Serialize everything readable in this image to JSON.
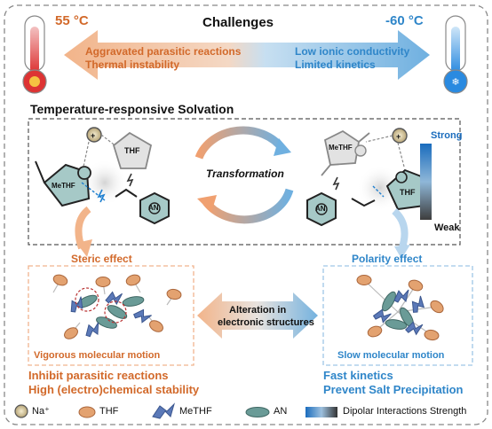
{
  "header": {
    "hot_temp": "55 °C",
    "cold_temp": "-60 °C",
    "title": "Challenges",
    "hot_challenges": [
      "Aggravated parasitic reactions",
      "Thermal instability"
    ],
    "cold_challenges": [
      "Low ionic conductivity",
      "Limited kinetics"
    ]
  },
  "solvation": {
    "title": "Temperature-responsive Solvation",
    "transformation_label": "Transformation",
    "molecules": {
      "methf": "MeTHF",
      "thf": "THF",
      "an": "AN"
    },
    "na_symbol": "+",
    "scale": {
      "strong": "Strong",
      "weak": "Weak"
    }
  },
  "effects": {
    "left": "Steric effect",
    "right": "Polarity effect",
    "left_motion": "Vigorous molecular motion",
    "right_motion": "Slow molecular motion",
    "middle": [
      "Alteration in",
      "electronic structures"
    ]
  },
  "outcomes": {
    "left": [
      "Inhibit parasitic reactions",
      "High (electro)chemical stability"
    ],
    "right": [
      "Fast  kinetics",
      "Prevent Salt Precipitation"
    ]
  },
  "legend": {
    "na": "Na⁺",
    "thf": "THF",
    "methf": "MeTHF",
    "an": "AN",
    "dipolar": "Dipolar Interactions Strength"
  },
  "colors": {
    "hot": "#d2692a",
    "cold": "#2f86c9",
    "thf_particle": "#e3a270",
    "methf_particle": "#5b79b8",
    "an_particle": "#6a9b97"
  }
}
